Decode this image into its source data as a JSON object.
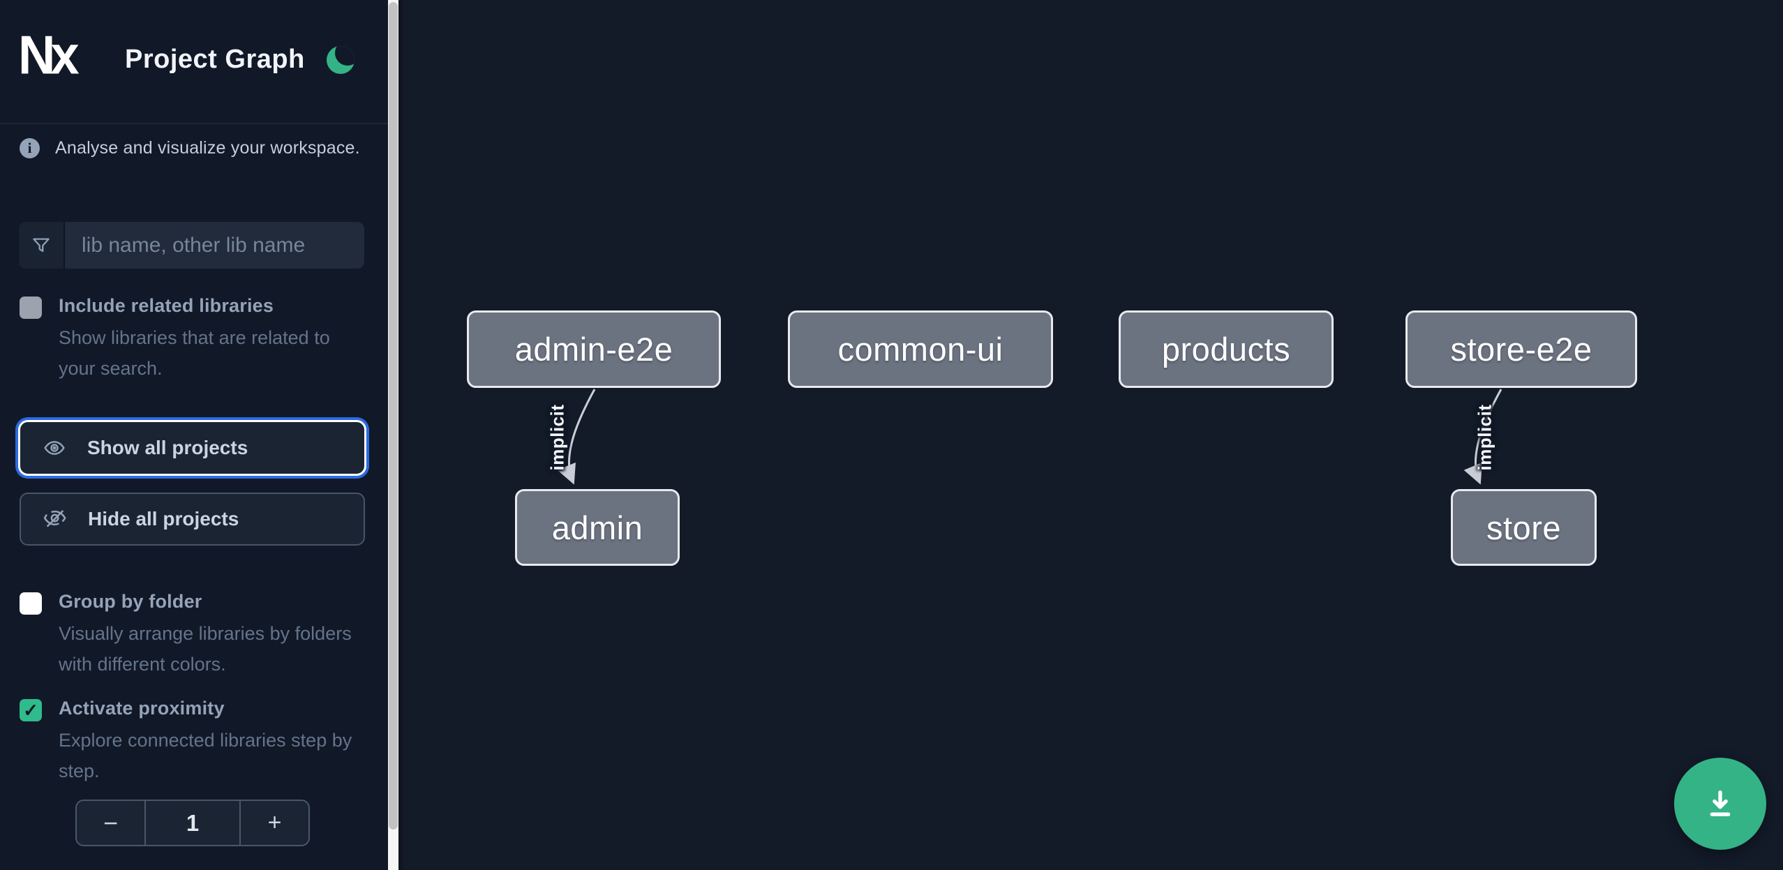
{
  "header": {
    "logo_text": "Nx",
    "title": "Project Graph"
  },
  "sidebar": {
    "info_text": "Analyse and visualize your workspace.",
    "search": {
      "placeholder": "lib name, other lib name"
    },
    "checkboxes": [
      {
        "label": "Include related libraries",
        "desc": "Show libraries that are related to your search.",
        "checked": false
      },
      {
        "label": "Group by folder",
        "desc": "Visually arrange libraries by folders with different colors.",
        "checked": false
      },
      {
        "label": "Activate proximity",
        "desc": "Explore connected libraries step by step.",
        "checked": true
      }
    ],
    "check_glyph": "✓",
    "buttons": {
      "show_all": "Show all projects",
      "hide_all": "Hide all projects"
    },
    "stepper": {
      "minus": "−",
      "value": "1",
      "plus": "+"
    }
  },
  "graph": {
    "nodes": [
      {
        "id": "admin-e2e",
        "label": "admin-e2e"
      },
      {
        "id": "common-ui",
        "label": "common-ui"
      },
      {
        "id": "products",
        "label": "products"
      },
      {
        "id": "store-e2e",
        "label": "store-e2e"
      },
      {
        "id": "admin",
        "label": "admin"
      },
      {
        "id": "store",
        "label": "store"
      }
    ],
    "edges": [
      {
        "from": "admin-e2e",
        "to": "admin",
        "label": "implicit"
      },
      {
        "from": "store-e2e",
        "to": "store",
        "label": "implicit"
      }
    ]
  },
  "fab": {
    "icon": "download-icon"
  },
  "colors": {
    "sidebar_bg": "#111827",
    "canvas_bg": "#131a28",
    "accent_green": "#34b387",
    "focus_blue": "#2b6be0",
    "node_fill": "#6b7280",
    "node_border": "#e8eaee",
    "edge_stroke": "#c9ced6"
  }
}
